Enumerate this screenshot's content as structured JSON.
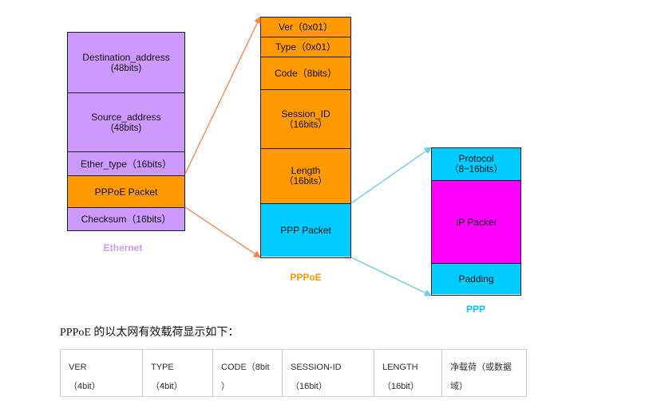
{
  "ethernet": {
    "caption": "Ethernet",
    "fields": [
      {
        "line1": "Destination_address",
        "line2": "(48bits)"
      },
      {
        "line1": "Source_address",
        "line2": "(48bits)"
      },
      {
        "line1": "Ether_type（16bits）",
        "line2": ""
      },
      {
        "line1": "PPPoE Packet",
        "line2": ""
      },
      {
        "line1": "Checksum（16bits）",
        "line2": ""
      }
    ],
    "colors": {
      "field": "#cc99ff",
      "payload": "#ff9900",
      "caption": "#cc99ff"
    }
  },
  "pppoe": {
    "caption": "PPPoE",
    "fields": [
      {
        "line1": "Ver（0x01）",
        "line2": ""
      },
      {
        "line1": "Type（0x01）",
        "line2": ""
      },
      {
        "line1": "Code（8bits）",
        "line2": ""
      },
      {
        "line1": "Session_ID",
        "line2": "（16bits）"
      },
      {
        "line1": "Length",
        "line2": "（16bits）"
      },
      {
        "line1": "PPP Packet",
        "line2": ""
      }
    ],
    "colors": {
      "field": "#ff9900",
      "payload": "#00ccff",
      "caption": "#ff9900"
    }
  },
  "ppp": {
    "caption": "PPP",
    "fields": [
      {
        "line1": "Protocol",
        "line2": "（8~16bits）"
      },
      {
        "line1": "IP Packet",
        "line2": ""
      },
      {
        "line1": "Padding",
        "line2": ""
      }
    ],
    "colors": {
      "field": "#00ccff",
      "payload": "#ff00ff",
      "caption": "#00ccff"
    }
  },
  "connector_colors": {
    "ethernet_to_pppoe": "#ff7f3f",
    "pppoe_to_ppp": "#66ccee"
  },
  "heading": "PPPoE 的以太网有效载荷显示如下：",
  "table": [
    {
      "line1": "VER",
      "line2": "（4bit）"
    },
    {
      "line1": "TYPE",
      "line2": "（4bit）"
    },
    {
      "line1": "CODE（8bit",
      "line2": "）"
    },
    {
      "line1": "SESSION-ID",
      "line2": "（16bit）"
    },
    {
      "line1": "LENGTH",
      "line2": "（16bit）"
    },
    {
      "line1": "净载荷（或数据",
      "line2": "域）"
    }
  ]
}
